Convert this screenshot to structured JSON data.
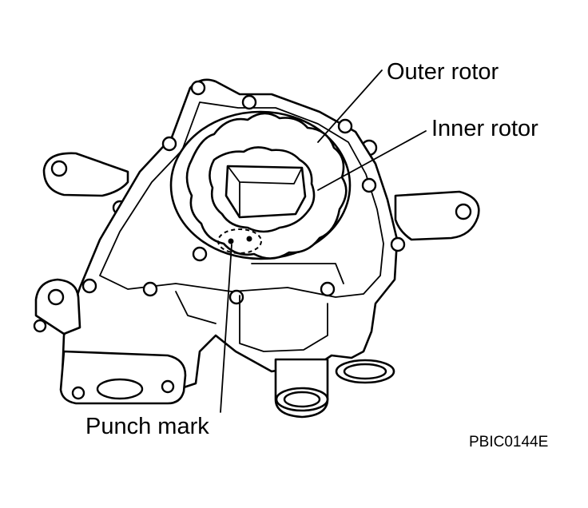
{
  "labels": {
    "outer_rotor": "Outer rotor",
    "inner_rotor": "Inner rotor",
    "punch_mark": "Punch mark",
    "figure_code": "PBIC0144E"
  }
}
